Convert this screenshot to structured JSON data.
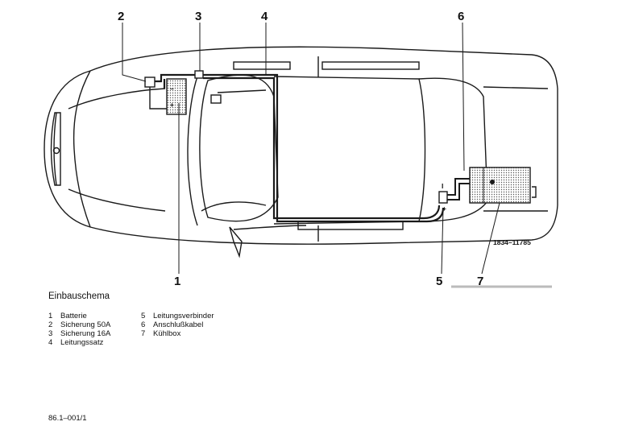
{
  "diagram": {
    "callouts": [
      {
        "id": "callout-1",
        "label": "1"
      },
      {
        "id": "callout-2",
        "label": "2"
      },
      {
        "id": "callout-3",
        "label": "3"
      },
      {
        "id": "callout-4",
        "label": "4"
      },
      {
        "id": "callout-5",
        "label": "5"
      },
      {
        "id": "callout-6",
        "label": "6"
      },
      {
        "id": "callout-7",
        "label": "7"
      }
    ],
    "reference_number": "1834–11785",
    "polarity": {
      "minus": "–",
      "plus": "+"
    }
  },
  "caption": {
    "title": "Einbauschema",
    "legend_left": [
      {
        "num": "1",
        "text": "Batterie"
      },
      {
        "num": "2",
        "text": "Sicherung 50A"
      },
      {
        "num": "3",
        "text": "Sicherung 16A"
      },
      {
        "num": "4",
        "text": "Leitungssatz"
      }
    ],
    "legend_right": [
      {
        "num": "5",
        "text": "Leitungsverbinder"
      },
      {
        "num": "6",
        "text": "Anschlußkabel"
      },
      {
        "num": "7",
        "text": "Kühlbox"
      }
    ]
  },
  "footer": {
    "page_code": "86.1–001/1"
  },
  "colors": {
    "line": "#1a1a1a",
    "fill_dots": "#555555"
  }
}
